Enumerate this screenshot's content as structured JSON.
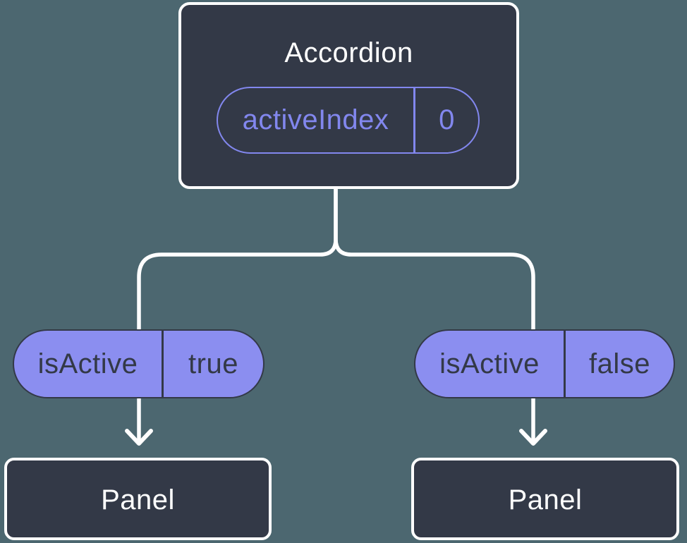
{
  "colors": {
    "background": "#4C6770",
    "node_fill": "#333947",
    "node_border": "#FFFFFF",
    "pill_fill": "#8B8EF0",
    "pill_outline": "#8287EE",
    "pill_dark": "#333947",
    "connector": "#FFFFFF"
  },
  "tree": {
    "root": {
      "title": "Accordion",
      "prop": {
        "name": "activeIndex",
        "value": "0"
      }
    },
    "branches": [
      {
        "prop": {
          "name": "isActive",
          "value": "true"
        },
        "child": {
          "title": "Panel"
        }
      },
      {
        "prop": {
          "name": "isActive",
          "value": "false"
        },
        "child": {
          "title": "Panel"
        }
      }
    ]
  }
}
